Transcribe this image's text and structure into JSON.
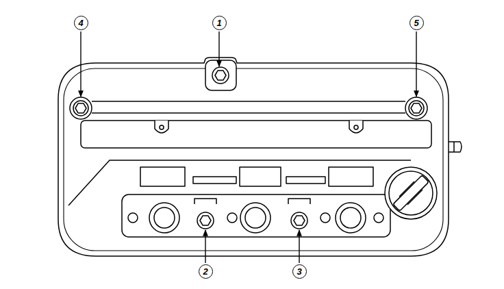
{
  "diagram": {
    "labels": [
      "4",
      "1",
      "5",
      "2",
      "3"
    ]
  }
}
